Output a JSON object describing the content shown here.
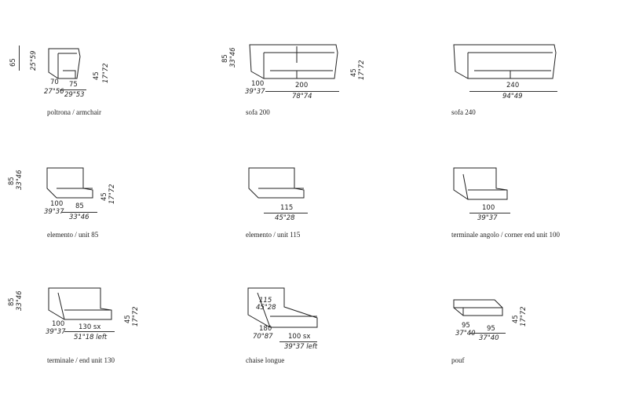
{
  "items": [
    {
      "label": "poltrona / armchair",
      "height": "65",
      "height_in": "25\"59",
      "depth": "70",
      "depth_in": "27\"56",
      "width": "75",
      "width_in": "29\"53",
      "seat": "45",
      "seat_in": "17\"72"
    },
    {
      "label": "sofa 200",
      "height": "85",
      "height_in": "33\"46",
      "depth": "100",
      "depth_in": "39\"37",
      "width": "200",
      "width_in": "78\"74",
      "seat": "45",
      "seat_in": "17\"72"
    },
    {
      "label": "sofa 240",
      "width": "240",
      "width_in": "94\"49"
    },
    {
      "label": "elemento / unit 85",
      "height": "85",
      "height_in": "33\"46",
      "depth": "100",
      "depth_in": "39\"37",
      "width": "85",
      "width_in": "33\"46",
      "seat": "45",
      "seat_in": "17\"72"
    },
    {
      "label": "elemento / unit 115",
      "width": "115",
      "width_in": "45\"28"
    },
    {
      "label": "terminale angolo / corner end unit 100",
      "width": "100",
      "width_in": "39\"37"
    },
    {
      "label": "terminale / end unit 130",
      "height": "85",
      "height_in": "33\"46",
      "depth": "100",
      "depth_in": "39\"37",
      "width": "130 sx",
      "width_in": "51\"18 left",
      "seat": "45",
      "seat_in": "17\"72"
    },
    {
      "label": "chaise longue",
      "inner": "115",
      "inner_in": "45\"28",
      "depth": "180",
      "depth_in": "70\"87",
      "width": "100 sx",
      "width_in": "39\"37 left"
    },
    {
      "label": "pouf",
      "depth": "95",
      "depth_in": "37\"40",
      "width": "95",
      "width_in": "37\"40",
      "seat": "45",
      "seat_in": "17\"72"
    }
  ]
}
